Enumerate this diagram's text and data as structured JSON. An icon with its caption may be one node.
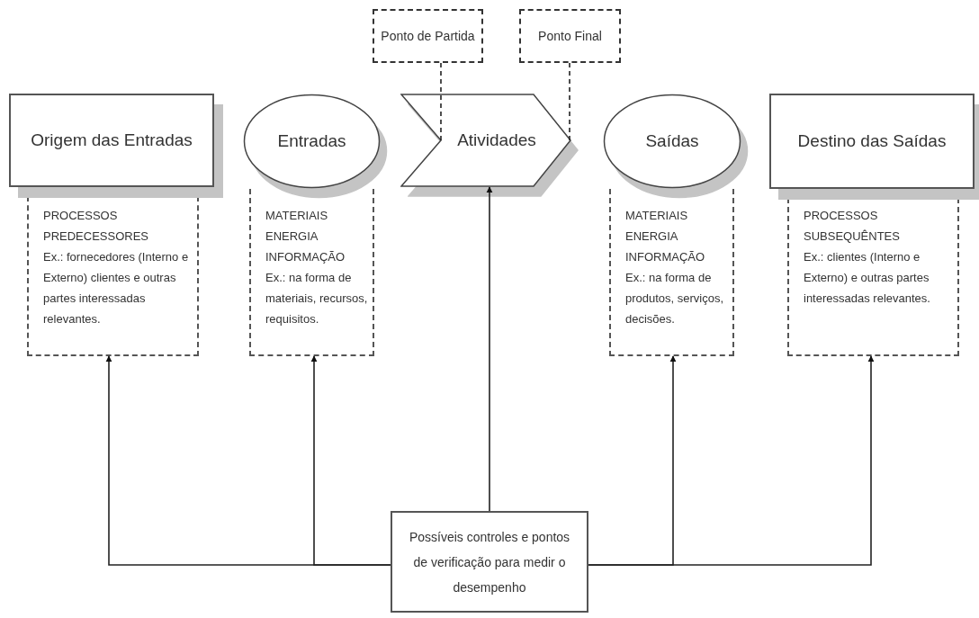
{
  "diagram": {
    "nodes": [
      {
        "text": [
          "Ponto de Partida"
        ]
      },
      {
        "text": [
          "Ponto Final"
        ]
      },
      {
        "text": [
          "Origem das Entradas"
        ]
      },
      {
        "text": [
          "Entradas"
        ]
      },
      {
        "text": [
          "Atividades"
        ]
      },
      {
        "text": [
          "Saídas"
        ]
      },
      {
        "text": [
          "Destino das Saídas"
        ]
      },
      {
        "text": [
          "PROCESSOS PREDECESSORES",
          "Ex.: fornecedores (Interno e Externo) clientes e outras partes interessadas relevantes."
        ]
      },
      {
        "text": [
          "MATERIAIS",
          "ENERGIA",
          "INFORMAÇÃO",
          "Ex.: na forma de materiais, recursos, requisitos."
        ]
      },
      {
        "text": [
          "MATERIAIS",
          "ENERGIA",
          "INFORMAÇÃO",
          "Ex.: na forma de produtos, serviços, decisões."
        ]
      },
      {
        "text": [
          "PROCESSOS SUBSEQUÊNTES",
          "Ex.: clientes (Interno e Externo) e outras partes interessadas relevantes."
        ]
      },
      {
        "text": [
          "Possíveis controles e pontos de verificação para medir o desempenho"
        ]
      }
    ],
    "edges": [
      {
        "from": 0,
        "to": 4,
        "arrow": "none",
        "style": "dashed"
      },
      {
        "from": 1,
        "to": 4,
        "arrow": "none",
        "style": "dashed"
      },
      {
        "from": 11,
        "to": 7,
        "arrow": "to"
      },
      {
        "from": 11,
        "to": 8,
        "arrow": "to"
      },
      {
        "from": 11,
        "to": 4,
        "arrow": "to"
      },
      {
        "from": 11,
        "to": 9,
        "arrow": "to"
      },
      {
        "from": 11,
        "to": 10,
        "arrow": "to"
      }
    ]
  }
}
